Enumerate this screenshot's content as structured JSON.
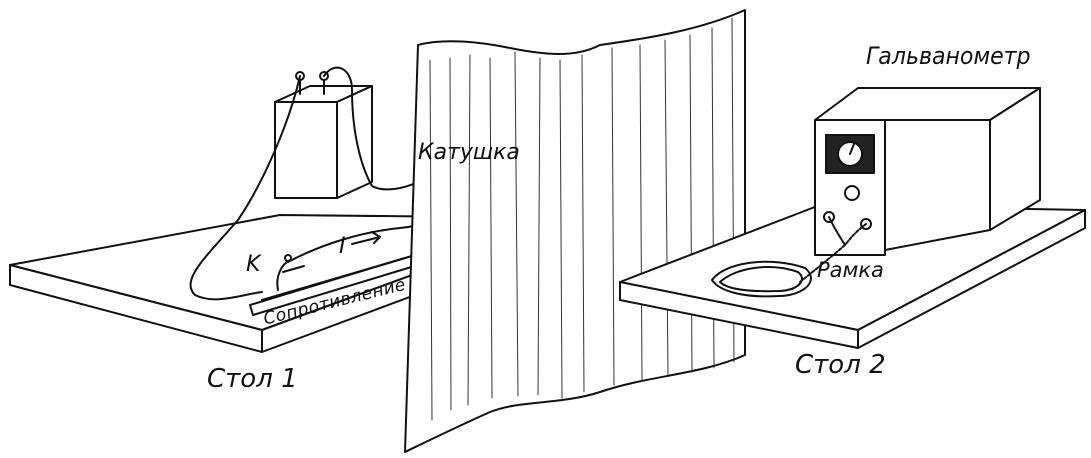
{
  "labels": {
    "galvanometer": "Гальванометр",
    "coil": "Катушка",
    "frame": "Рамка",
    "table_1": "Стол 1",
    "table_2": "Стол 2",
    "current": "I",
    "key": "K",
    "resistance": "Сопротивление"
  },
  "colors": {
    "ink": "#111111",
    "paper": "#ffffff"
  }
}
